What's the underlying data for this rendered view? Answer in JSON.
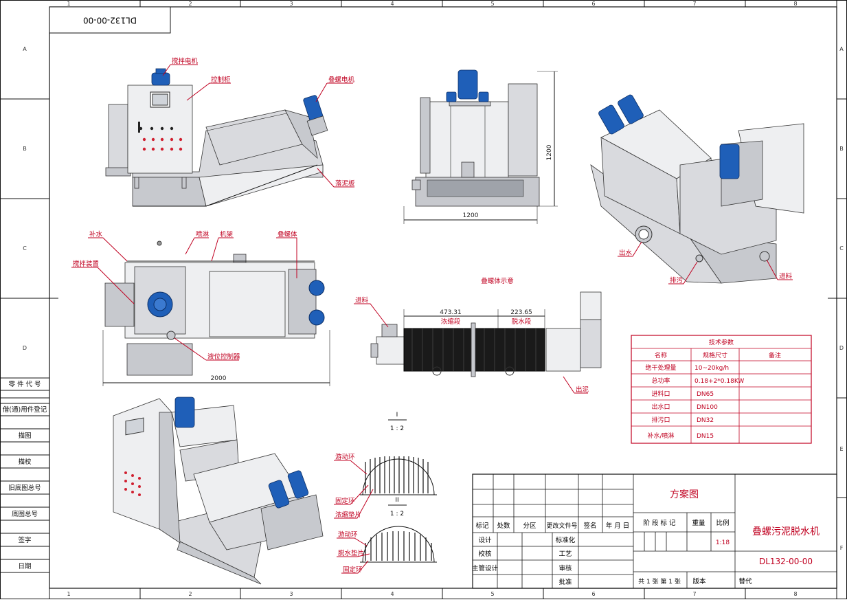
{
  "drawing_number_box": "DL132-00-00",
  "grid": {
    "columns": [
      "1",
      "2",
      "3",
      "4",
      "5",
      "6",
      "7",
      "8"
    ],
    "rows_left": [
      "A",
      "B",
      "C",
      "D"
    ],
    "rows_right": [
      "A",
      "B",
      "C",
      "D",
      "E",
      "F"
    ]
  },
  "left_strip": [
    "零 件 代 号",
    "借(通)用件登记",
    "描图",
    "描校",
    "旧底图总号",
    "底图总号",
    "签字",
    "日期"
  ],
  "front_view": {
    "labels": {
      "stir_motor": "搅拌电机",
      "control_cabinet": "控制柜",
      "screw_motor": "叠螺电机",
      "mud_plate": "落泥板"
    }
  },
  "side_view": {
    "height_dim": "1200",
    "width_dim": "1200"
  },
  "top_view": {
    "labels": {
      "water_supply": "补水",
      "spray": "喷淋",
      "frame": "机架",
      "screw_body": "叠螺体",
      "stirring": "搅拌装置",
      "level_controller": "液位控制器"
    },
    "length_dim": "2000"
  },
  "iso_view": {
    "labels": {
      "water_out": "出水",
      "drain": "排污",
      "feed_in": "进料"
    }
  },
  "screw_diagram": {
    "title": "叠螺体示意",
    "dim_thicken": "473.31",
    "dim_dewater": "223.65",
    "seg_thicken": "浓缩段",
    "seg_dewater": "脱水段",
    "feed": "进料",
    "mud_out": "出泥"
  },
  "ring_details": {
    "scale_top": "I",
    "scale_bottom": "1 : 2",
    "upper": {
      "moving_ring": "游动环",
      "fixed_ring": "固定环",
      "thicken_shim": "浓缩垫片"
    },
    "scale2_top": "II",
    "scale2_bottom": "1 : 2",
    "lower": {
      "moving_ring": "游动环",
      "dewater_shim": "脱水垫片",
      "fixed_ring": "固定环"
    }
  },
  "tech_params": {
    "title": "技术参数",
    "headers": [
      "名称",
      "规格尺寸",
      "备注"
    ],
    "rows": [
      [
        "绝干处理量",
        "10~20kg/h",
        ""
      ],
      [
        "总功率",
        "0.18+2*0.18KW",
        ""
      ],
      [
        "进料口",
        "DN65",
        ""
      ],
      [
        "出水口",
        "DN100",
        ""
      ],
      [
        "排污口",
        "DN32",
        ""
      ],
      [
        "补水/喷淋",
        "DN15",
        ""
      ]
    ]
  },
  "title_block": {
    "scheme": "方案图",
    "product": "叠螺污泥脱水机",
    "drawing_no": "DL132-00-00",
    "header_row": [
      "标记",
      "处数",
      "分区",
      "更改文件号",
      "签名",
      "年 月 日"
    ],
    "rows": [
      [
        "设计",
        "",
        "",
        "标准化"
      ],
      [
        "校核",
        "",
        "",
        "工艺"
      ],
      [
        "主管设计",
        "",
        "",
        "审核"
      ],
      [
        "",
        "",
        "",
        "批准"
      ]
    ],
    "stage_mark": "阶 段 标 记",
    "weight": "重量",
    "ratio": "比例",
    "ratio_value": "1:18",
    "sheet": "共 1 张  第 1 张",
    "version": "版本",
    "replace": "替代"
  }
}
